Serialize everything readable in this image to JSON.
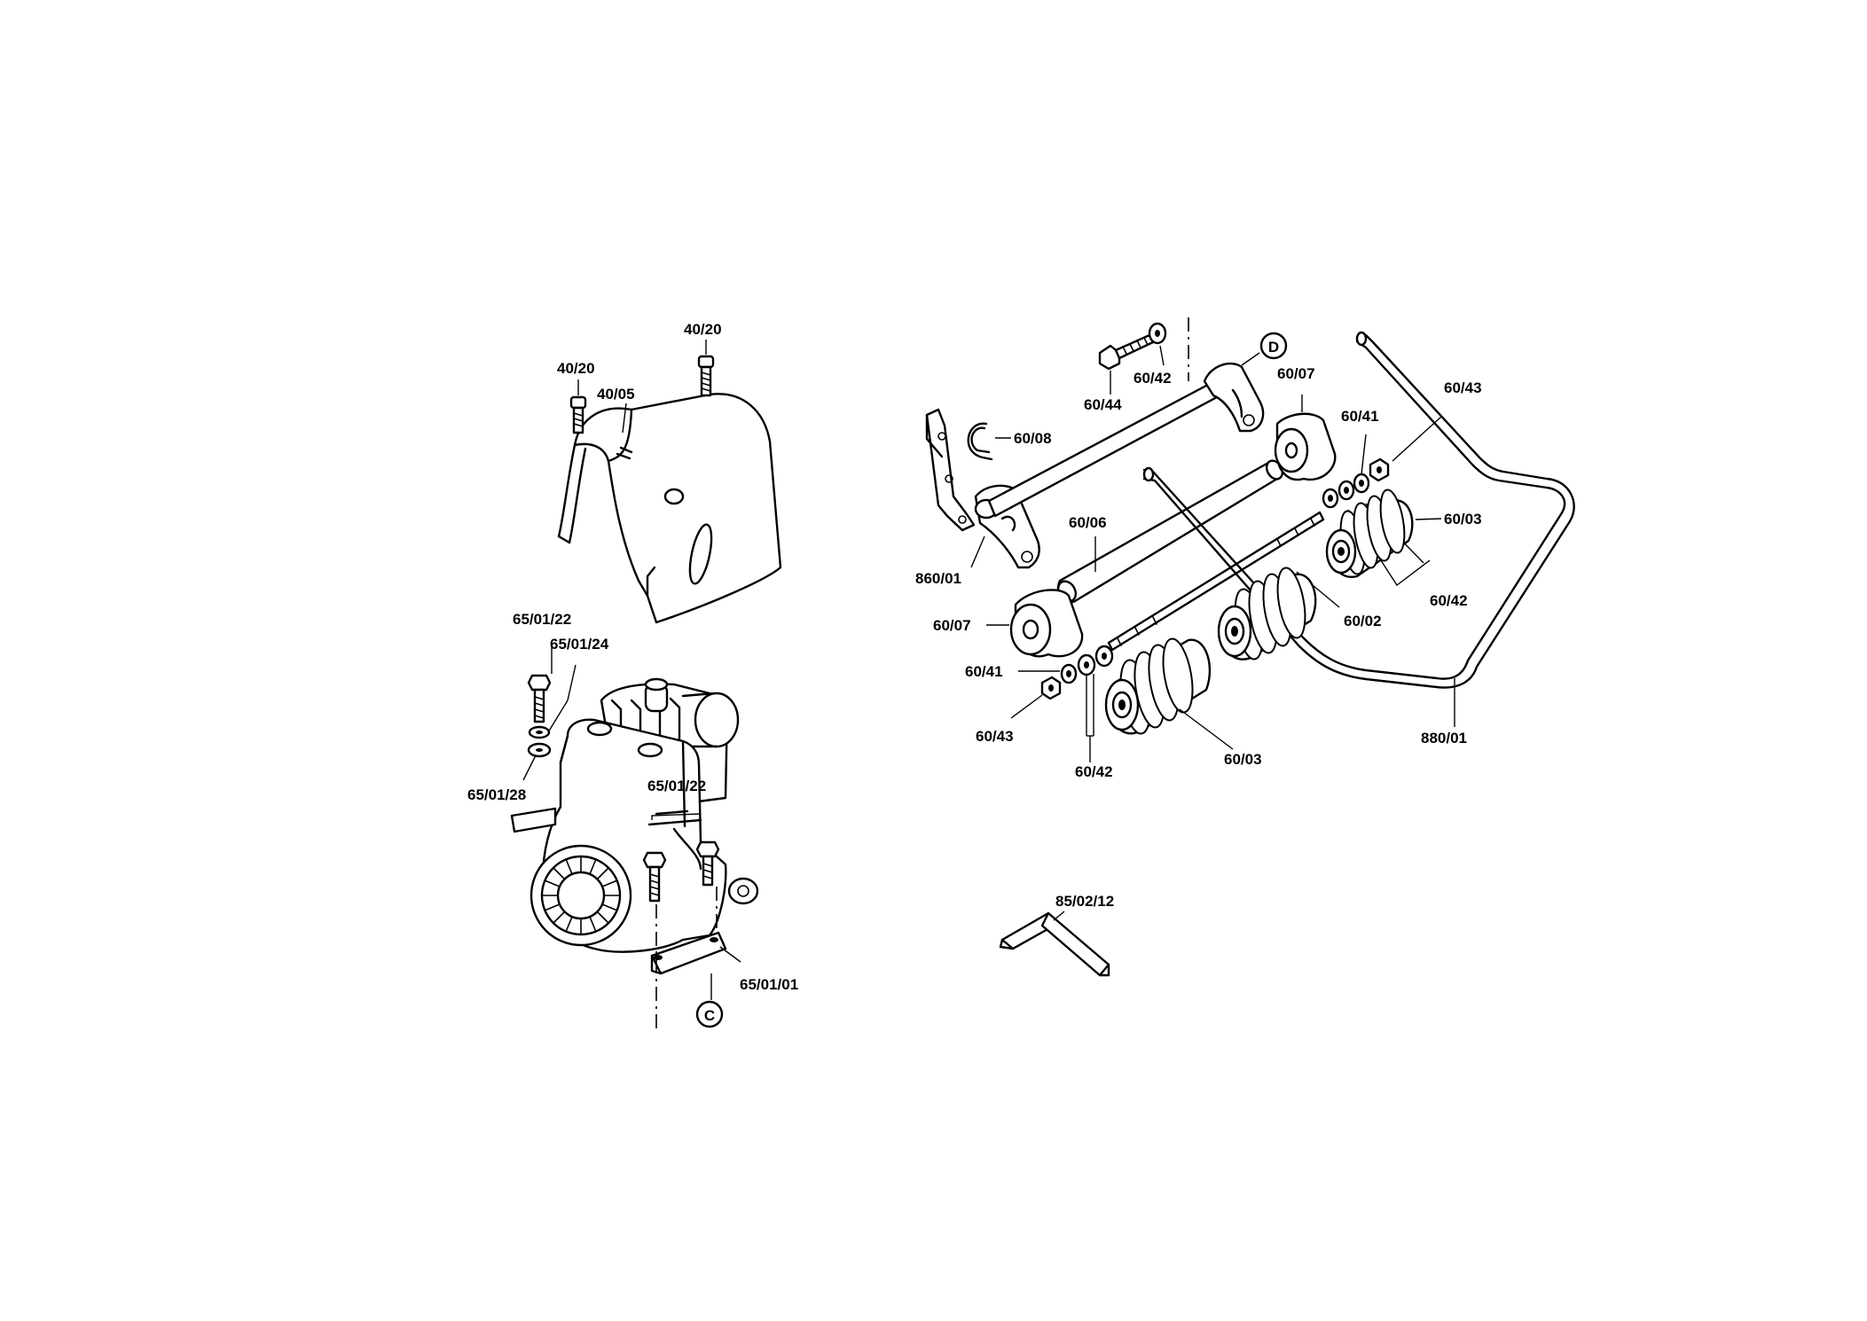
{
  "callouts": {
    "c_40_20_top": "40/20",
    "c_40_20_left": "40/20",
    "c_40_05": "40/05",
    "c_65_01_22_top": "65/01/22",
    "c_65_01_24": "65/01/24",
    "c_65_01_28": "65/01/28",
    "c_65_01_22_mid": "65/01/22",
    "c_65_01_01": "65/01/01",
    "ref_c": "C",
    "ref_d": "D",
    "c_60_44": "60/44",
    "c_60_42_top": "60/42",
    "c_60_08": "60/08",
    "c_860_01": "860/01",
    "c_60_06": "60/06",
    "c_60_07_left": "60/07",
    "c_60_07_right": "60/07",
    "c_60_41_top": "60/41",
    "c_60_43_top": "60/43",
    "c_60_03_right": "60/03",
    "c_60_42_right": "60/42",
    "c_60_02": "60/02",
    "c_60_41_left": "60/41",
    "c_60_43_left": "60/43",
    "c_60_42_bottom": "60/42",
    "c_60_03_bottom": "60/03",
    "c_880_01": "880/01",
    "c_85_02_12": "85/02/12"
  }
}
